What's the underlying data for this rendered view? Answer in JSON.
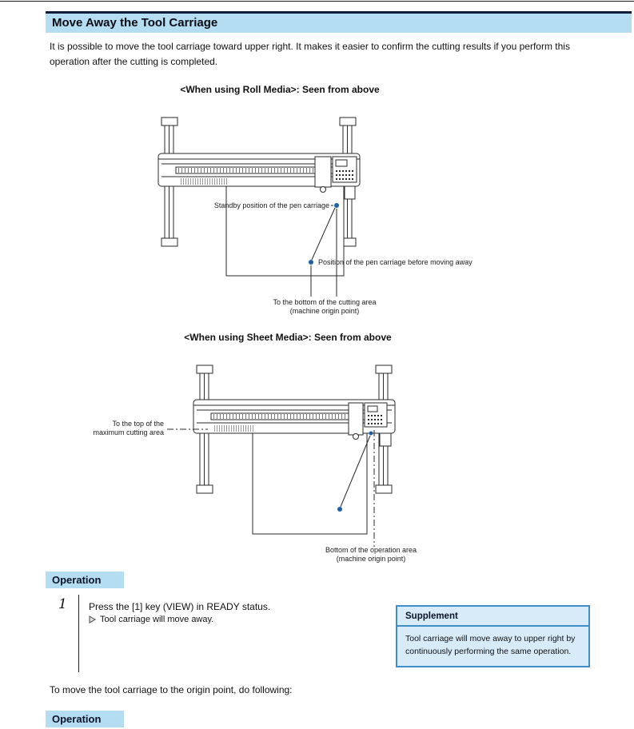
{
  "colors": {
    "heading_bg": "#b5ddf2",
    "heading_border": "#101c3c",
    "supplement_bg": "#d7ebf8",
    "supplement_border": "#3f8ec8",
    "dot_blue": "#2060a8"
  },
  "header": {
    "title": "Move Away the Tool Carriage"
  },
  "intro": {
    "text": "It is possible to move the tool carriage toward upper right. It makes it easier to confirm the cutting results if you perform this operation after the cutting is completed."
  },
  "roll_diagram": {
    "title": "<When using Roll Media>: Seen from above",
    "label_standby": "Standby position of the pen carriage",
    "label_before": "Position of the pen carriage before moving away",
    "label_bottom_1": "To the bottom of the cutting area",
    "label_bottom_2": "(machine origin point)"
  },
  "sheet_diagram": {
    "title": "<When using Sheet Media>: Seen from above",
    "label_top_1": "To the top of the",
    "label_top_2": "maximum cutting area",
    "label_bottom_1": "Bottom of the operation area",
    "label_bottom_2": "(machine origin point)"
  },
  "operation": {
    "heading": "Operation",
    "step_number": "1",
    "step_text": "Press the [1] key (VIEW) in READY status.",
    "step_result": "Tool carriage will move away."
  },
  "supplement": {
    "title": "Supplement",
    "line1": "Tool carriage will move away to upper right by",
    "line2": "continuously performing the same operation."
  },
  "footer": {
    "text": "To move the tool carriage to the origin point, do following:",
    "operation_heading": "Operation"
  }
}
